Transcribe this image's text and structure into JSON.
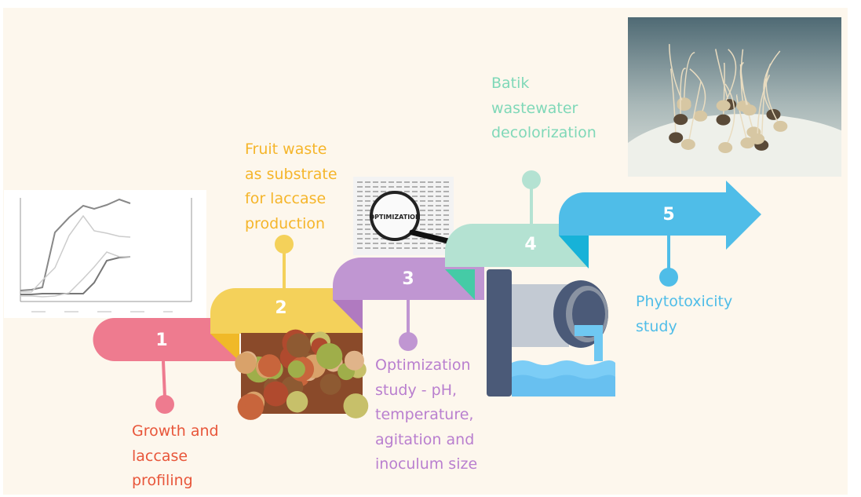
{
  "steps": [
    {
      "number": "1",
      "color": "#ee7b8f",
      "fold_color": "#f3b92e",
      "label_lines": [
        "Growth and",
        "laccase",
        "profiling"
      ],
      "label_color": "#e8563a"
    },
    {
      "number": "2",
      "color": "#f4d15a",
      "fold_color": "#b07ac0",
      "label_lines": [
        "Fruit waste",
        "as substrate",
        "for laccase",
        "production"
      ],
      "label_color": "#f5b52a"
    },
    {
      "number": "3",
      "color": "#c096d2",
      "fold_color": "#45cba6",
      "label_lines": [
        "Optimization",
        "study - pH,",
        "temperature,",
        "agitation and",
        "inoculum size"
      ],
      "label_color": "#b97fcf"
    },
    {
      "number": "4",
      "color": "#b4e2d2",
      "fold_color": "#17b2d8",
      "label_lines": [
        "Batik",
        "wastewater",
        "decolorization"
      ],
      "label_color": "#7fd8b8"
    },
    {
      "number": "5",
      "color": "#4fbde8",
      "label_lines": [
        "Phytotoxicity",
        "study"
      ],
      "label_color": "#4fbde8"
    }
  ],
  "images": {
    "optimization_word": "OPTIMIZATION"
  },
  "icons": [
    "growth-chart-image",
    "fruit-waste-photo",
    "magnifier-optimization-image",
    "wastewater-pipe-icon",
    "seedling-photo"
  ],
  "background": "#fdf7ed"
}
